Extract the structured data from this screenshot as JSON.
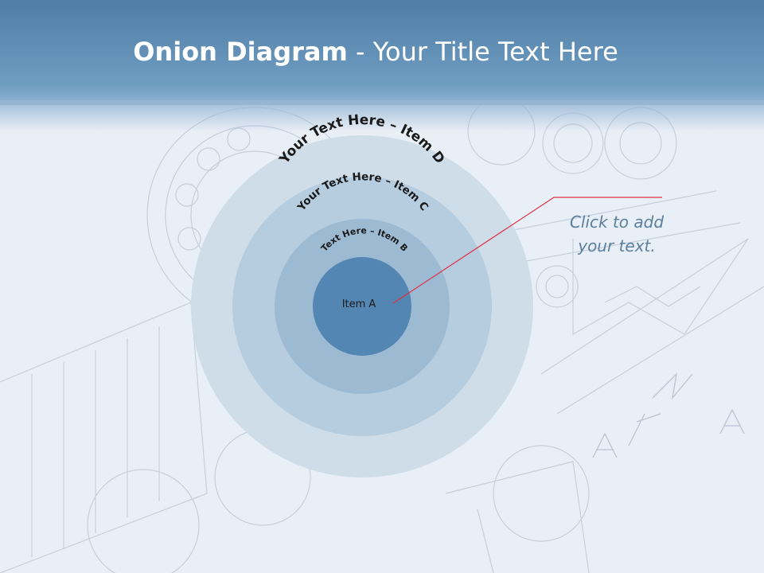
{
  "title": {
    "bold": "Onion Diagram",
    "rest": " - Your Title Text Here"
  },
  "rings": [
    {
      "label": "Your Text Here – Item D",
      "color": "#cfdde9"
    },
    {
      "label": "Your Text Here – Item C",
      "color": "#b6cde0"
    },
    {
      "label": "Text Here – Item B",
      "color": "#9dbad3"
    },
    {
      "label": "Item A",
      "color": "#5486b4"
    }
  ],
  "callout": {
    "line1": "Click  to add",
    "line2": "your text."
  },
  "colors": {
    "title_bar": "#5a87ad",
    "callout_line": "#e03040",
    "label_text": "#1a1a1a"
  }
}
